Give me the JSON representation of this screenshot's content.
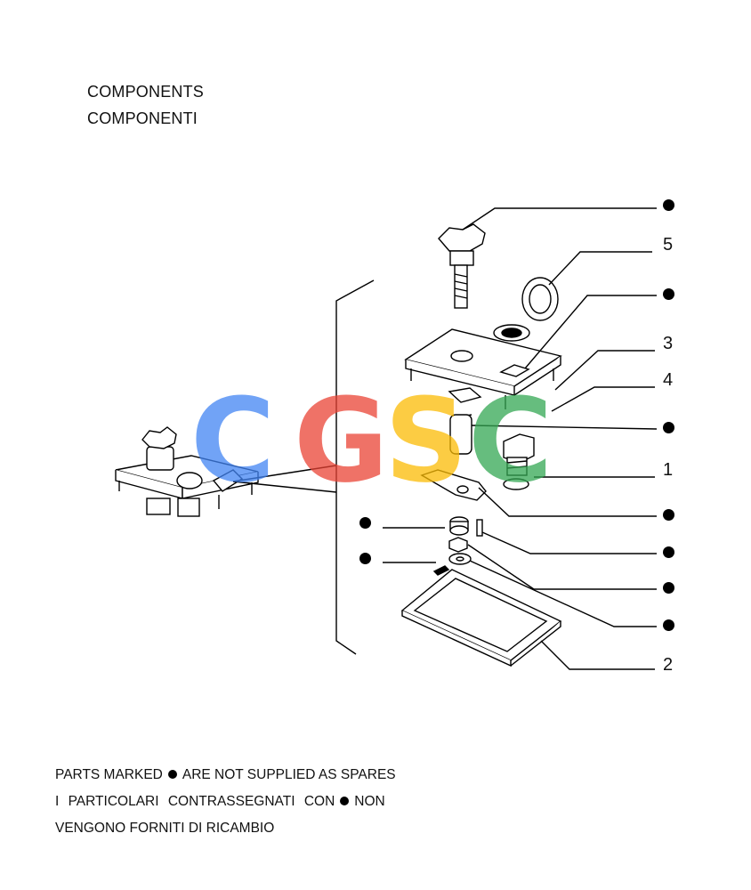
{
  "header": {
    "title_en": "COMPONENTS",
    "title_it": "COMPONENTI"
  },
  "callouts": {
    "part_1": "1",
    "part_2": "2",
    "part_3": "3",
    "part_4": "4",
    "part_5": "5"
  },
  "watermark": {
    "letters": [
      "C",
      "G",
      "S",
      "C"
    ],
    "colors": [
      "#4285F4",
      "#EA4335",
      "#FBBC05",
      "#34A853"
    ]
  },
  "footer": {
    "line1_before": "PARTS MARKED",
    "line1_after": "ARE NOT SUPPLIED AS SPARES",
    "line2_before": "I PARTICOLARI CONTRASSEGNATI CON",
    "line2_after": "NON",
    "line3": "VENGONO FORNITI DI RICAMBIO"
  }
}
